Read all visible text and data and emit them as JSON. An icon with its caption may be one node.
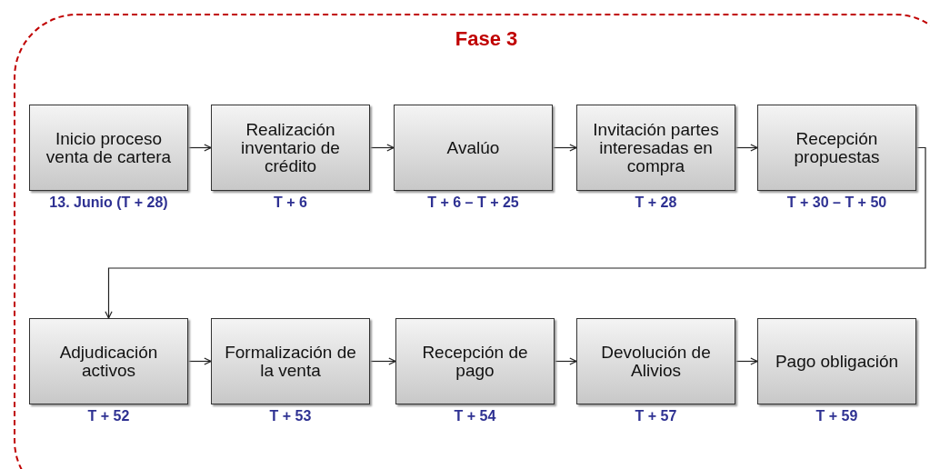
{
  "diagram": {
    "nodes": [
      {
        "text": [
          "Fase 3"
        ]
      },
      {
        "text": [
          "Inicio proceso venta de cartera"
        ],
        "in": 0,
        "beside": [
          "13. Junio (T + 28)"
        ]
      },
      {
        "text": [
          "Realización inventario de crédito"
        ],
        "in": 0,
        "beside": [
          "T + 6"
        ]
      },
      {
        "text": [
          "Avalúo"
        ],
        "in": 0,
        "beside": [
          "T + 6 – T + 25"
        ]
      },
      {
        "text": [
          "Invitación partes interesadas en compra"
        ],
        "in": 0,
        "beside": [
          "T + 28"
        ]
      },
      {
        "text": [
          "Recepción propuestas"
        ],
        "in": 0,
        "beside": [
          "T + 30 – T + 50"
        ]
      },
      {
        "text": [
          "Adjudicación activos"
        ],
        "in": 0,
        "beside": [
          "T + 52"
        ]
      },
      {
        "text": [
          "Formalización de la venta"
        ],
        "in": 0,
        "beside": [
          "T + 53"
        ]
      },
      {
        "text": [
          "Recepción de pago"
        ],
        "in": 0,
        "beside": [
          "T + 54"
        ]
      },
      {
        "text": [
          "Devolución de Alivios"
        ],
        "in": 0,
        "beside": [
          "T + 57"
        ]
      },
      {
        "text": [
          "Pago obligación"
        ],
        "in": 0,
        "beside": [
          "T + 59"
        ]
      }
    ],
    "edges": [
      {
        "from": 1,
        "to": 2,
        "arrow": "to"
      },
      {
        "from": 2,
        "to": 3,
        "arrow": "to"
      },
      {
        "from": 3,
        "to": 4,
        "arrow": "to"
      },
      {
        "from": 4,
        "to": 5,
        "arrow": "to"
      },
      {
        "from": 5,
        "to": 6,
        "arrow": "to"
      },
      {
        "from": 6,
        "to": 7,
        "arrow": "to"
      },
      {
        "from": 7,
        "to": 8,
        "arrow": "to"
      },
      {
        "from": 8,
        "to": 9,
        "arrow": "to"
      },
      {
        "from": 9,
        "to": 10,
        "arrow": "to"
      }
    ]
  }
}
